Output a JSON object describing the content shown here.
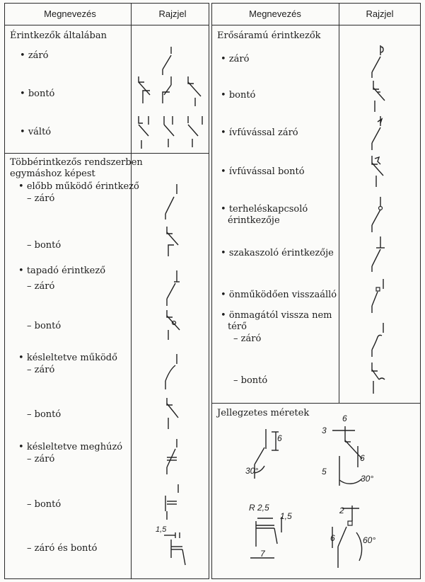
{
  "left": {
    "header": {
      "name": "Megnevezés",
      "symbol": "Rajzjel"
    },
    "section1": {
      "title": "Érintkezők általában",
      "items": [
        "záró",
        "bontó",
        "váltó"
      ]
    },
    "section2": {
      "title_line1": "Többérintkezős rendszerben",
      "title_line2": "egymáshoz képest",
      "items": [
        {
          "label": "előbb működő érintkező",
          "sub": "– záró"
        },
        {
          "sub": "– bontó"
        },
        {
          "label": "tapadó érintkező",
          "sub": "– záró"
        },
        {
          "sub": "– bontó"
        },
        {
          "label": "késleltetve működő",
          "sub": "– záró"
        },
        {
          "sub": "– bontó"
        },
        {
          "label": "késleltetve meghúzó",
          "sub": "– záró"
        },
        {
          "sub": "– bontó"
        },
        {
          "sub": "– záró és bontó"
        }
      ],
      "dim_label": "1,5"
    }
  },
  "right": {
    "header": {
      "name": "Megnevezés",
      "symbol": "Rajzjel"
    },
    "section1": {
      "title": "Erősáramú érintkezők",
      "items": [
        "záró",
        "bontó",
        "ívfúvással záró",
        "ívfúvással bontó",
        "terheléskapcsoló",
        "érintkezője",
        "szakaszoló érintkezője",
        "önműködően visszaálló",
        "önmagától vissza nem",
        "térő",
        "– záró",
        "– bontó"
      ]
    },
    "section2": {
      "title": "Jellegzetes méretek",
      "dims": [
        "6",
        "30°",
        "3",
        "6",
        "6",
        "5",
        "30°",
        "R 2,5",
        "1,5",
        "7",
        "2",
        "6",
        "60°"
      ]
    }
  }
}
